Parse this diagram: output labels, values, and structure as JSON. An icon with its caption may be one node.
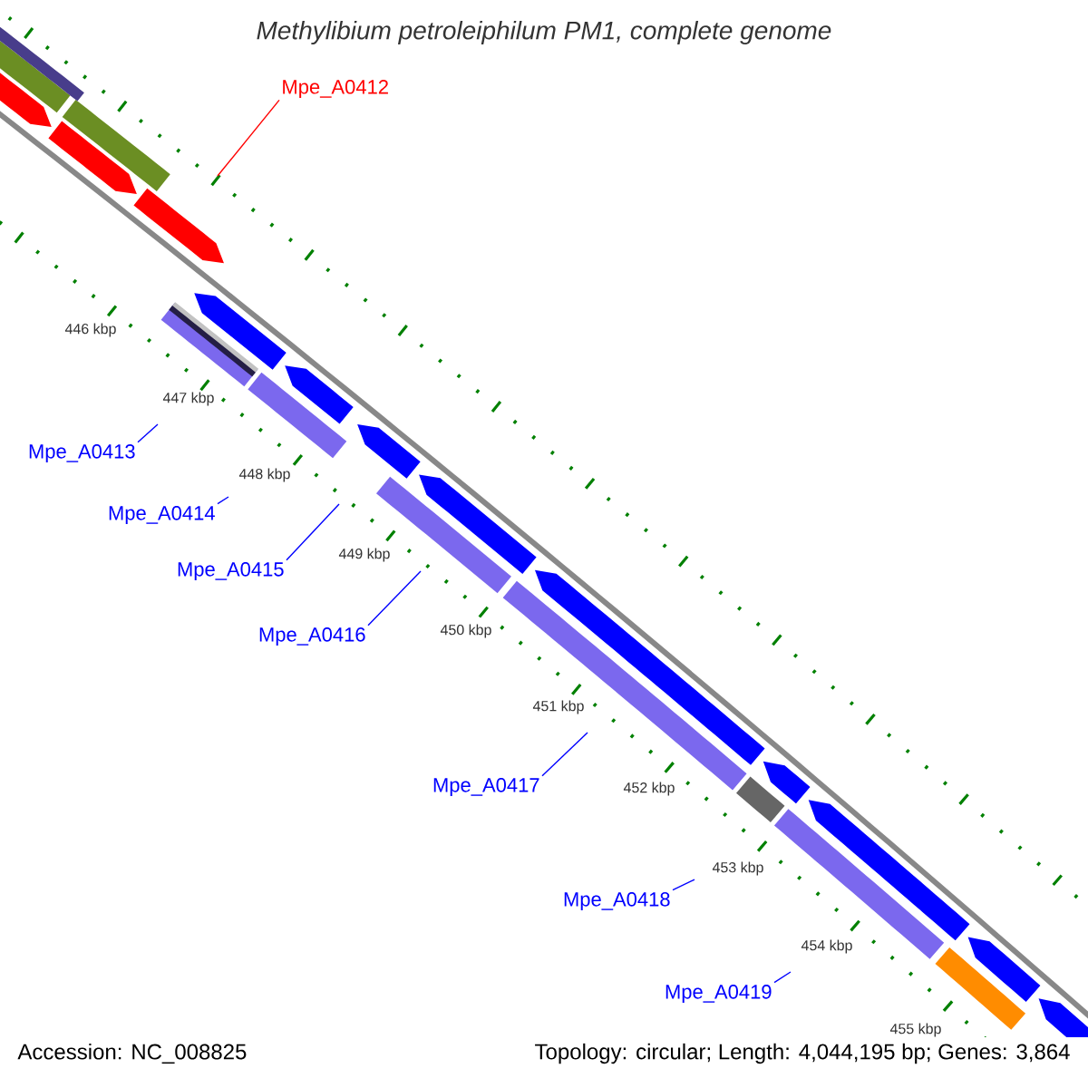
{
  "diagram": {
    "title": "Methylibium petroleiphilum PM1, complete genome",
    "nodes": [
      {
        "text": [
          "Mpe_A0412"
        ]
      },
      {
        "text": [
          "Mpe_A0413"
        ]
      },
      {
        "text": [
          "Mpe_A0414"
        ]
      },
      {
        "text": [
          "Mpe_A0415"
        ]
      },
      {
        "text": [
          "Mpe_A0416"
        ]
      },
      {
        "text": [
          "Mpe_A0417"
        ]
      },
      {
        "text": [
          "Mpe_A0418"
        ]
      },
      {
        "text": [
          "Mpe_A0419"
        ]
      }
    ],
    "edges": [
      {
        "from": 0,
        "to": null,
        "arrow": "none",
        "color": "#ff0000"
      },
      {
        "from": 1,
        "to": null,
        "arrow": "none"
      },
      {
        "from": 2,
        "to": null,
        "arrow": "none"
      },
      {
        "from": 3,
        "to": null,
        "arrow": "none"
      },
      {
        "from": 4,
        "to": null,
        "arrow": "none"
      },
      {
        "from": 5,
        "to": null,
        "arrow": "none"
      },
      {
        "from": 6,
        "to": null,
        "arrow": "none"
      },
      {
        "from": 7,
        "to": null,
        "arrow": "none"
      }
    ],
    "labels": [
      "446 kbp",
      "447 kbp",
      "448 kbp",
      "449 kbp",
      "450 kbp",
      "451 kbp",
      "452 kbp",
      "453 kbp",
      "454 kbp",
      "455 kbp",
      "Accession: NC_008825",
      "Topology: circular; Length: 4,044,195 bp; Genes: 3,864"
    ]
  }
}
